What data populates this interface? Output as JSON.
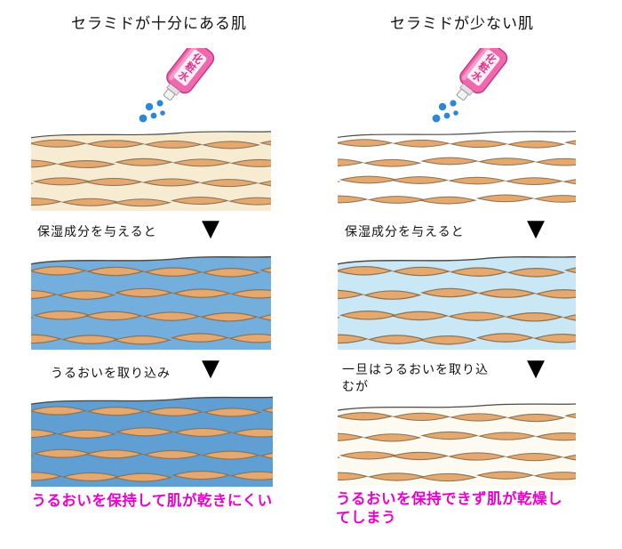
{
  "columns": {
    "left": {
      "title": "セラミドが十分にある肌",
      "step1": "保湿成分を与えると",
      "step2": "うるおいを取り込み",
      "result": "うるおいを保持して肌が乾きにくい"
    },
    "right": {
      "title": "セラミドが少ない肌",
      "step1": "保湿成分を与えると",
      "step2": "一旦はうるおいを取り込むが",
      "result": "うるおいを保持できず肌が乾燥してしまう"
    }
  },
  "bottle": {
    "label": "化粧水"
  },
  "arrow_glyph": "▼",
  "colors": {
    "cell_fill": "#e5a96f",
    "cell_stroke": "#8a7254",
    "surface_line": "#4a4a4a",
    "droplet": "#2e86d6",
    "bottle_body": "#f068ae",
    "bottle_body_stroke": "#c23a85",
    "bottle_label_bg": "#fdeef6",
    "bottle_label_text": "#e0368e",
    "bottle_cap": "#f2f2f2",
    "result_text": "#ee00cc",
    "panel_bgs": {
      "left": [
        "#f7ecd2",
        "#74aedd",
        "#5f9fd4"
      ],
      "right": [
        "#ffffff",
        "#c9e7f5",
        "#fdfaf2"
      ]
    }
  }
}
